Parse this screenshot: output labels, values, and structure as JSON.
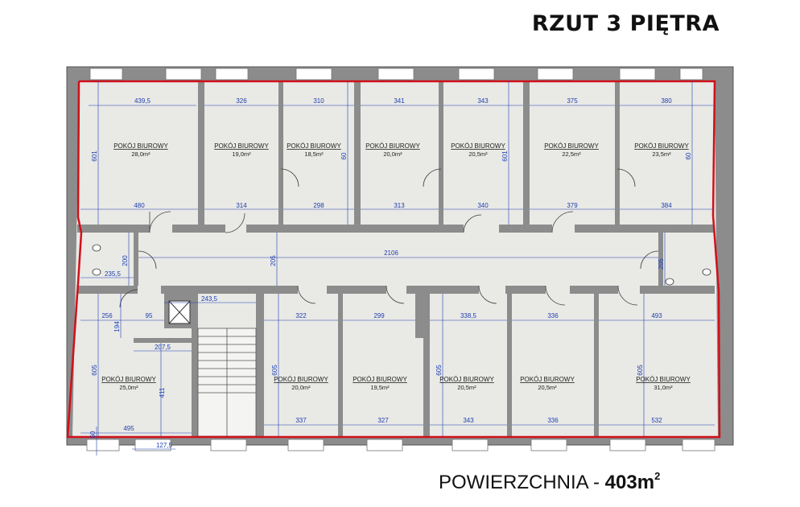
{
  "header": {
    "title": "RZUT 3 PIĘTRA"
  },
  "footer": {
    "area_label": "POWIERZCHNIA - ",
    "area_value": "403m",
    "area_sup": "2"
  },
  "rooms": [
    {
      "name": "POKÓJ BIUROWY",
      "area": "28,0m²"
    },
    {
      "name": "POKÓJ BIUROWY",
      "area": "19,0m²"
    },
    {
      "name": "POKÓJ BIUROWY",
      "area": "18,5m²"
    },
    {
      "name": "POKÓJ BIUROWY",
      "area": "20,0m²"
    },
    {
      "name": "POKÓJ BIUROWY",
      "area": "20,5m²"
    },
    {
      "name": "POKÓJ BIUROWY",
      "area": "22,5m²"
    },
    {
      "name": "POKÓJ BIUROWY",
      "area": "23,5m²"
    },
    {
      "name": "POKÓJ BIUROWY",
      "area": "25,0m²"
    },
    {
      "name": "POKÓJ BIUROWY",
      "area": "20,0m²"
    },
    {
      "name": "POKÓJ BIUROWY",
      "area": "19,5m²"
    },
    {
      "name": "POKÓJ BIUROWY",
      "area": "20,5m²"
    },
    {
      "name": "POKÓJ BIUROWY",
      "area": "20,5m²"
    },
    {
      "name": "POKÓJ BIUROWY",
      "area": "31,0m²"
    }
  ],
  "dimensions": {
    "top_row": [
      "439,5",
      "326",
      "310",
      "341",
      "343",
      "375",
      "380"
    ],
    "top_row_bottom": [
      "480",
      "314",
      "298",
      "313",
      "340",
      "379",
      "384"
    ],
    "depth_top": [
      "601",
      "60",
      "601",
      "60"
    ],
    "corridor": "2106",
    "corridor_depth": [
      "205",
      "205"
    ],
    "left_wc": [
      "200",
      "235,5"
    ],
    "bottom_row": [
      "243,5",
      "322",
      "299",
      "338,5",
      "336",
      "493"
    ],
    "bottom_left": [
      "256",
      "95",
      "194",
      "207,5"
    ],
    "bottom_row_bottom": [
      "495",
      "337",
      "327",
      "343",
      "336",
      "532"
    ],
    "depth_bottom": [
      "605",
      "411",
      "605",
      "605",
      "605"
    ],
    "small": [
      "60",
      "127,5"
    ]
  },
  "colors": {
    "outline": "#d0101a",
    "wall": "#8c8c8c",
    "floor": "#e9e9e6",
    "dimension": "#1f3fb0"
  }
}
